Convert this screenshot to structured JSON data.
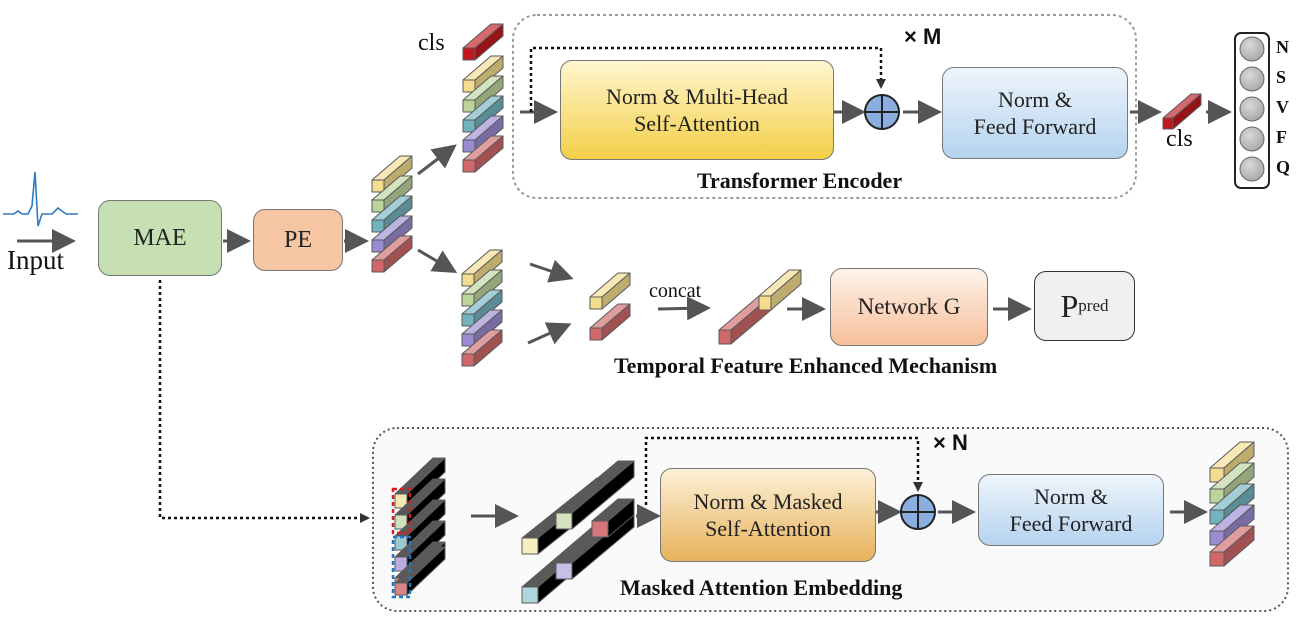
{
  "input_label": "Input",
  "mae_label": "MAE",
  "pe_label": "PE",
  "cls_label_top": "cls",
  "cls_label_out": "cls",
  "repeat_m": "× M",
  "repeat_n": "× N",
  "transformer": {
    "attention_label": "Norm & Multi-Head\nSelf-Attention",
    "ffn_label": "Norm &\nFeed Forward",
    "title": "Transformer Encoder"
  },
  "output_classes": [
    "N",
    "S",
    "V",
    "F",
    "Q"
  ],
  "temporal": {
    "concat_label": "concat",
    "network_label": "Network G",
    "pred_main": "P",
    "pred_sub": "pred",
    "title": "Temporal Feature Enhanced Mechanism"
  },
  "masked": {
    "attention_label": "Norm & Masked\nSelf-Attention",
    "ffn_label": "Norm &\nFeed Forward",
    "title": "Masked Attention Embedding"
  },
  "colors": {
    "token_1": "#f3dc8e",
    "token_2": "#bcd39c",
    "token_3": "#72b3bf",
    "token_4": "#9b8bd1",
    "token_5": "#d0686a",
    "cls_token": "#c0181f",
    "mae_fill": "#c6e0b4",
    "pe_fill": "#f6c6a4",
    "arrow": "#555555"
  }
}
